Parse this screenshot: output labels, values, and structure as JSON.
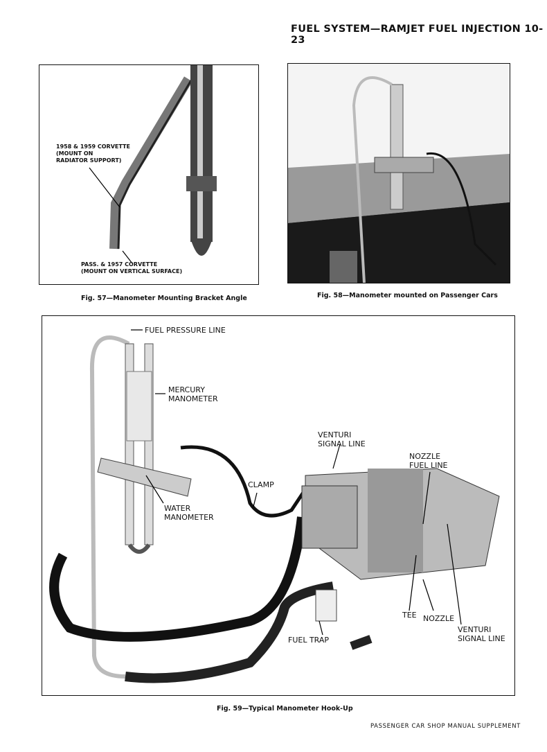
{
  "header": {
    "title": "FUEL SYSTEM—RAMJET FUEL INJECTION 10-23"
  },
  "fig57": {
    "caption": "Fig. 57—Manometer Mounting Bracket Angle",
    "label_top": "1958 & 1959 CORVETTE\n(MOUNT ON\nRADIATOR SUPPORT)",
    "label_bottom": "PASS. & 1957 CORVETTE\n(MOUNT ON VERTICAL SURFACE)"
  },
  "fig58": {
    "caption": "Fig. 58—Manometer mounted on Passenger Cars"
  },
  "fig59": {
    "caption": "Fig. 59—Typical Manometer Hook-Up",
    "labels": {
      "fuel_pressure_line": "FUEL PRESSURE LINE",
      "mercury_manometer": "MERCURY\nMANOMETER",
      "water_manometer": "WATER\nMANOMETER",
      "venturi_signal_line_top": "VENTURI\nSIGNAL LINE",
      "nozzle_fuel_line": "NOZZLE\nFUEL LINE",
      "clamp": "CLAMP",
      "tee": "TEE",
      "nozzle": "NOZZLE",
      "venturi_signal_line_bottom": "VENTURI\nSIGNAL LINE",
      "fuel_trap": "FUEL TRAP"
    }
  },
  "footer": {
    "text": "PASSENGER CAR SHOP MANUAL SUPPLEMENT"
  }
}
